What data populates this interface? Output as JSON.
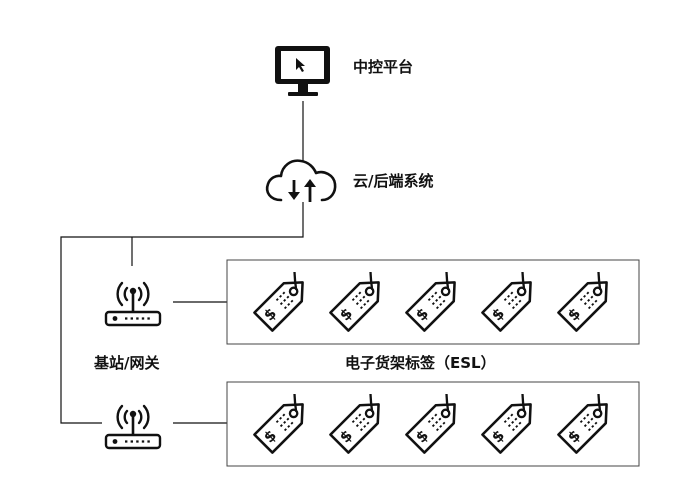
{
  "labels": {
    "platform": "中控平台",
    "cloud": "云/后端系统",
    "gateway": "基站/网关",
    "esl": "电子货架标签（ESL）"
  },
  "colors": {
    "stroke": "#111111",
    "box_border": "#444444",
    "background": "#ffffff"
  },
  "icons": {
    "platform": "monitor-cursor-icon",
    "cloud": "cloud-sync-icon",
    "gateway": "wifi-router-icon",
    "tag": "price-tag-dollar-icon"
  },
  "groups": [
    {
      "tag_count": 5
    },
    {
      "tag_count": 5
    }
  ]
}
